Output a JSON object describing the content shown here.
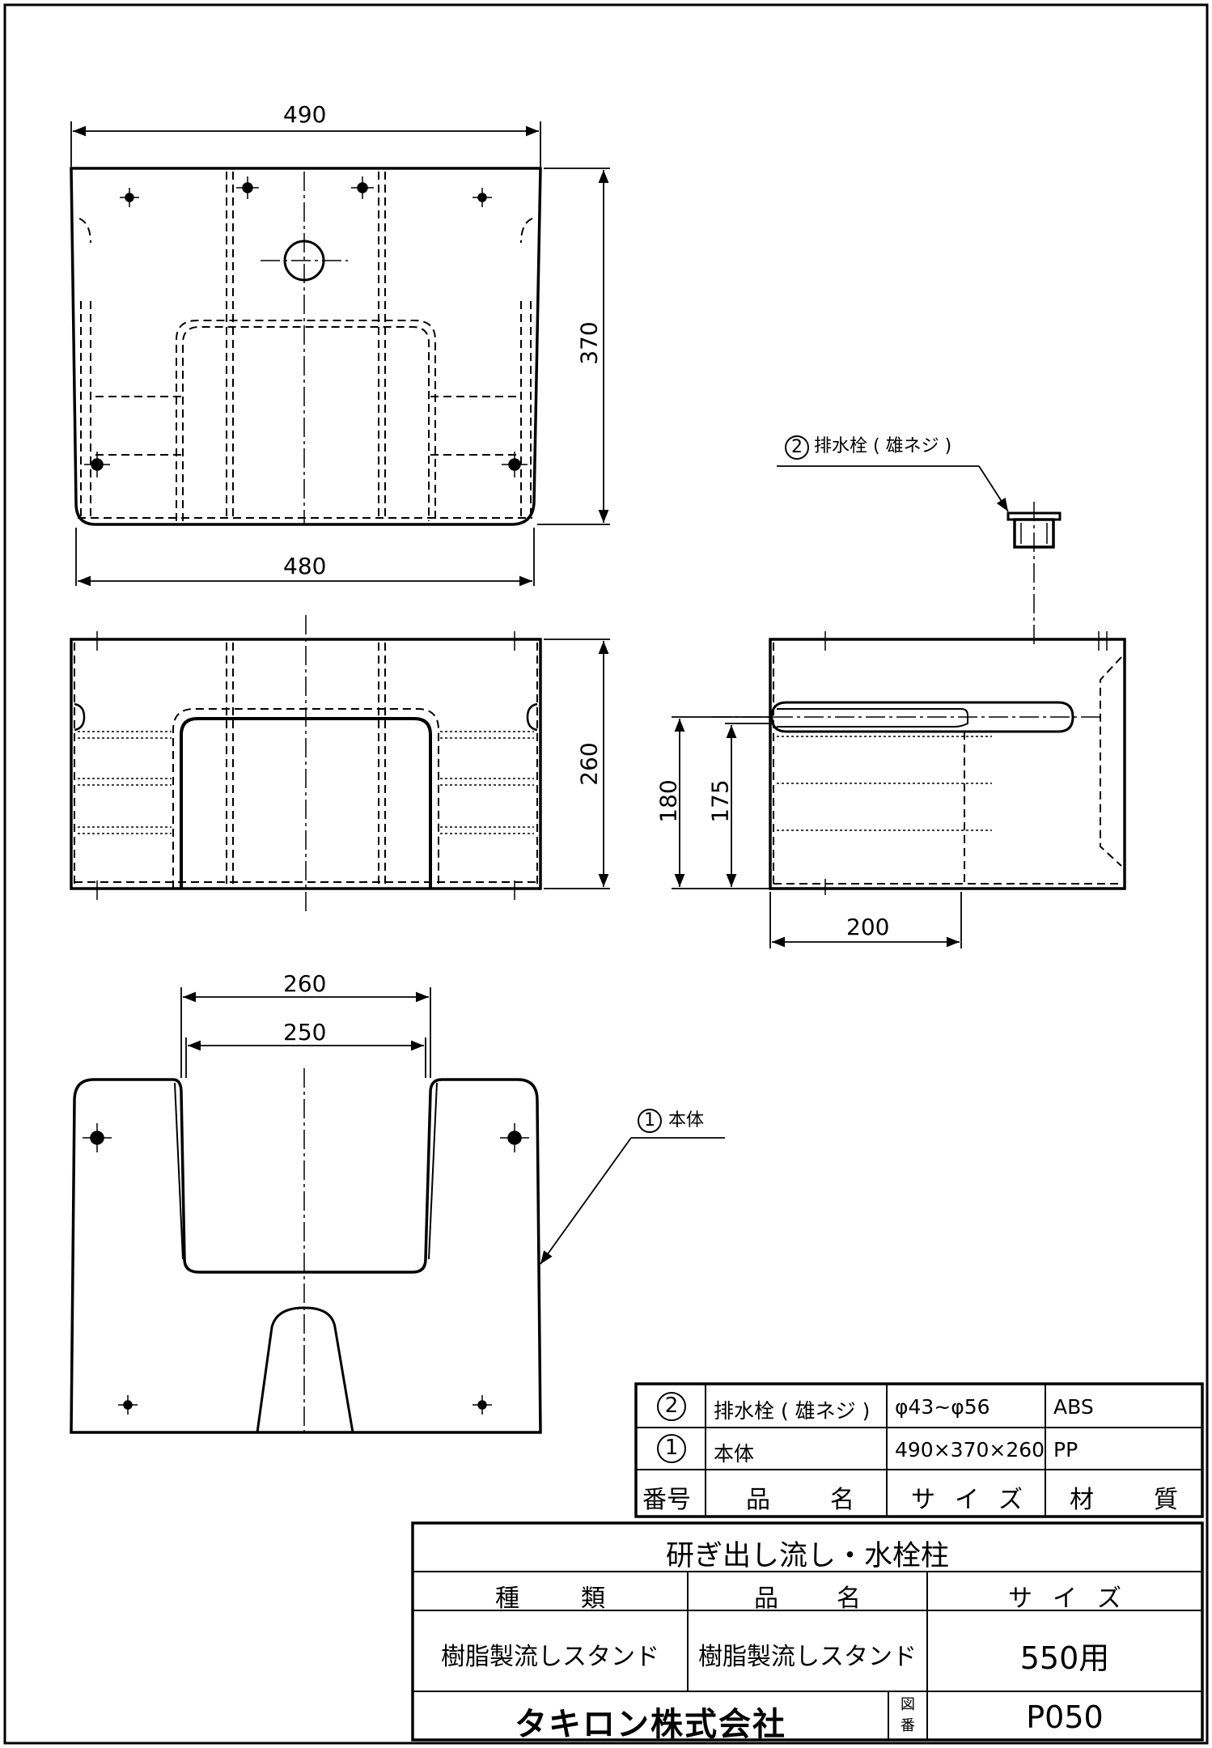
{
  "dimensions": {
    "top_width": "490",
    "bottom_width": "480",
    "height": "370",
    "depth": "260",
    "side_180": "180",
    "side_175": "175",
    "side_200": "200",
    "opening_260": "260",
    "opening_250": "250"
  },
  "callouts": {
    "part2_no": "2",
    "part2_label": "排水栓 ( 雄ネジ )",
    "part1_no": "1",
    "part1_label": "本体"
  },
  "parts_table": {
    "rows": [
      {
        "no": "2",
        "name": "排水栓 ( 雄ネジ )",
        "size": "φ43~φ56",
        "material": "ABS"
      },
      {
        "no": "1",
        "name": "本体",
        "size": "490×370×260",
        "material": "PP"
      }
    ],
    "header": {
      "no": "番号",
      "name": [
        "品",
        "名"
      ],
      "size": [
        "サ",
        "イ",
        "ズ"
      ],
      "material": [
        "材",
        "質"
      ]
    }
  },
  "title_block": {
    "title": "研ぎ出し流し・水栓柱",
    "col_type": [
      "種",
      "類"
    ],
    "col_name": [
      "品",
      "名"
    ],
    "col_size": [
      "サ",
      "イ",
      "ズ"
    ],
    "type_value": "樹脂製流しスタンド",
    "name_value": "樹脂製流しスタンド",
    "size_value": "550用",
    "company": "タキロン株式会社",
    "drawing_no_label": [
      "図",
      "番"
    ],
    "drawing_no": "P050"
  }
}
